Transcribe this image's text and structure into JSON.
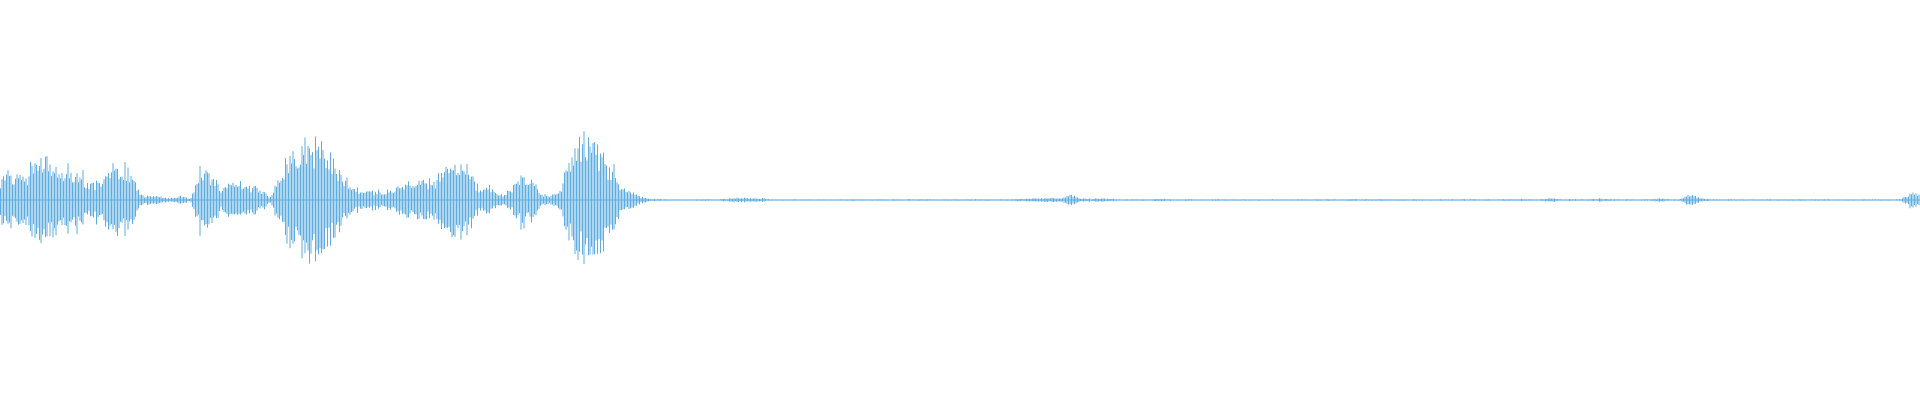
{
  "chart_data": {
    "type": "area",
    "title": "",
    "xlabel": "",
    "ylabel": "",
    "ylim": [
      -1,
      1
    ],
    "grid": false,
    "legend": "none",
    "envelope": [
      0.13,
      0.14,
      0.14,
      0.17,
      0.21,
      0.23,
      0.2,
      0.18,
      0.15,
      0.1,
      0.12,
      0.17,
      0.2,
      0.15,
      0.03,
      0.02,
      0.02,
      0.01,
      0.02,
      0.01,
      0.17,
      0.13,
      0.07,
      0.09,
      0.1,
      0.08,
      0.06,
      0.02,
      0.15,
      0.25,
      0.32,
      0.3,
      0.3,
      0.22,
      0.15,
      0.08,
      0.06,
      0.05,
      0.05,
      0.06,
      0.08,
      0.1,
      0.1,
      0.12,
      0.14,
      0.18,
      0.2,
      0.15,
      0.06,
      0.07,
      0.03,
      0.05,
      0.15,
      0.12,
      0.04,
      0.02,
      0.05,
      0.25,
      0.34,
      0.33,
      0.3,
      0.2,
      0.1,
      0.05,
      0.02,
      0.005,
      0.005,
      0.004,
      0.004,
      0.004,
      0.004,
      0.004,
      0.004,
      0.01,
      0.012,
      0.012,
      0.01,
      0.004,
      0.004,
      0.004,
      0.004,
      0.004,
      0.004,
      0.004,
      0.004,
      0.004,
      0.004,
      0.004,
      0.004,
      0.004,
      0.004,
      0.004,
      0.004,
      0.004,
      0.004,
      0.004,
      0.004,
      0.004,
      0.004,
      0.004,
      0.004,
      0.004,
      0.006,
      0.008,
      0.01,
      0.012,
      0.01,
      0.03,
      0.01,
      0.008,
      0.008,
      0.006,
      0.005,
      0.004,
      0.004,
      0.004,
      0.006,
      0.004,
      0.004,
      0.004,
      0.004,
      0.004,
      0.004,
      0.004,
      0.004,
      0.004,
      0.004,
      0.004,
      0.004,
      0.004,
      0.005,
      0.004,
      0.004,
      0.004,
      0.004,
      0.005,
      0.004,
      0.004,
      0.004,
      0.004,
      0.004,
      0.004,
      0.004,
      0.004,
      0.004,
      0.004,
      0.004,
      0.004,
      0.004,
      0.004,
      0.004,
      0.005,
      0.006,
      0.004,
      0.004,
      0.012,
      0.004,
      0.006,
      0.004,
      0.004,
      0.008,
      0.005,
      0.004,
      0.004,
      0.004,
      0.006,
      0.01,
      0.004,
      0.004,
      0.035,
      0.01,
      0.004,
      0.004,
      0.004,
      0.004,
      0.004,
      0.004,
      0.004,
      0.004,
      0.004,
      0.004,
      0.004,
      0.004,
      0.004,
      0.004,
      0.004,
      0.004,
      0.004,
      0.004,
      0.004,
      0.004,
      0.04
    ],
    "color": "#5dade2",
    "background": "#ffffff"
  }
}
